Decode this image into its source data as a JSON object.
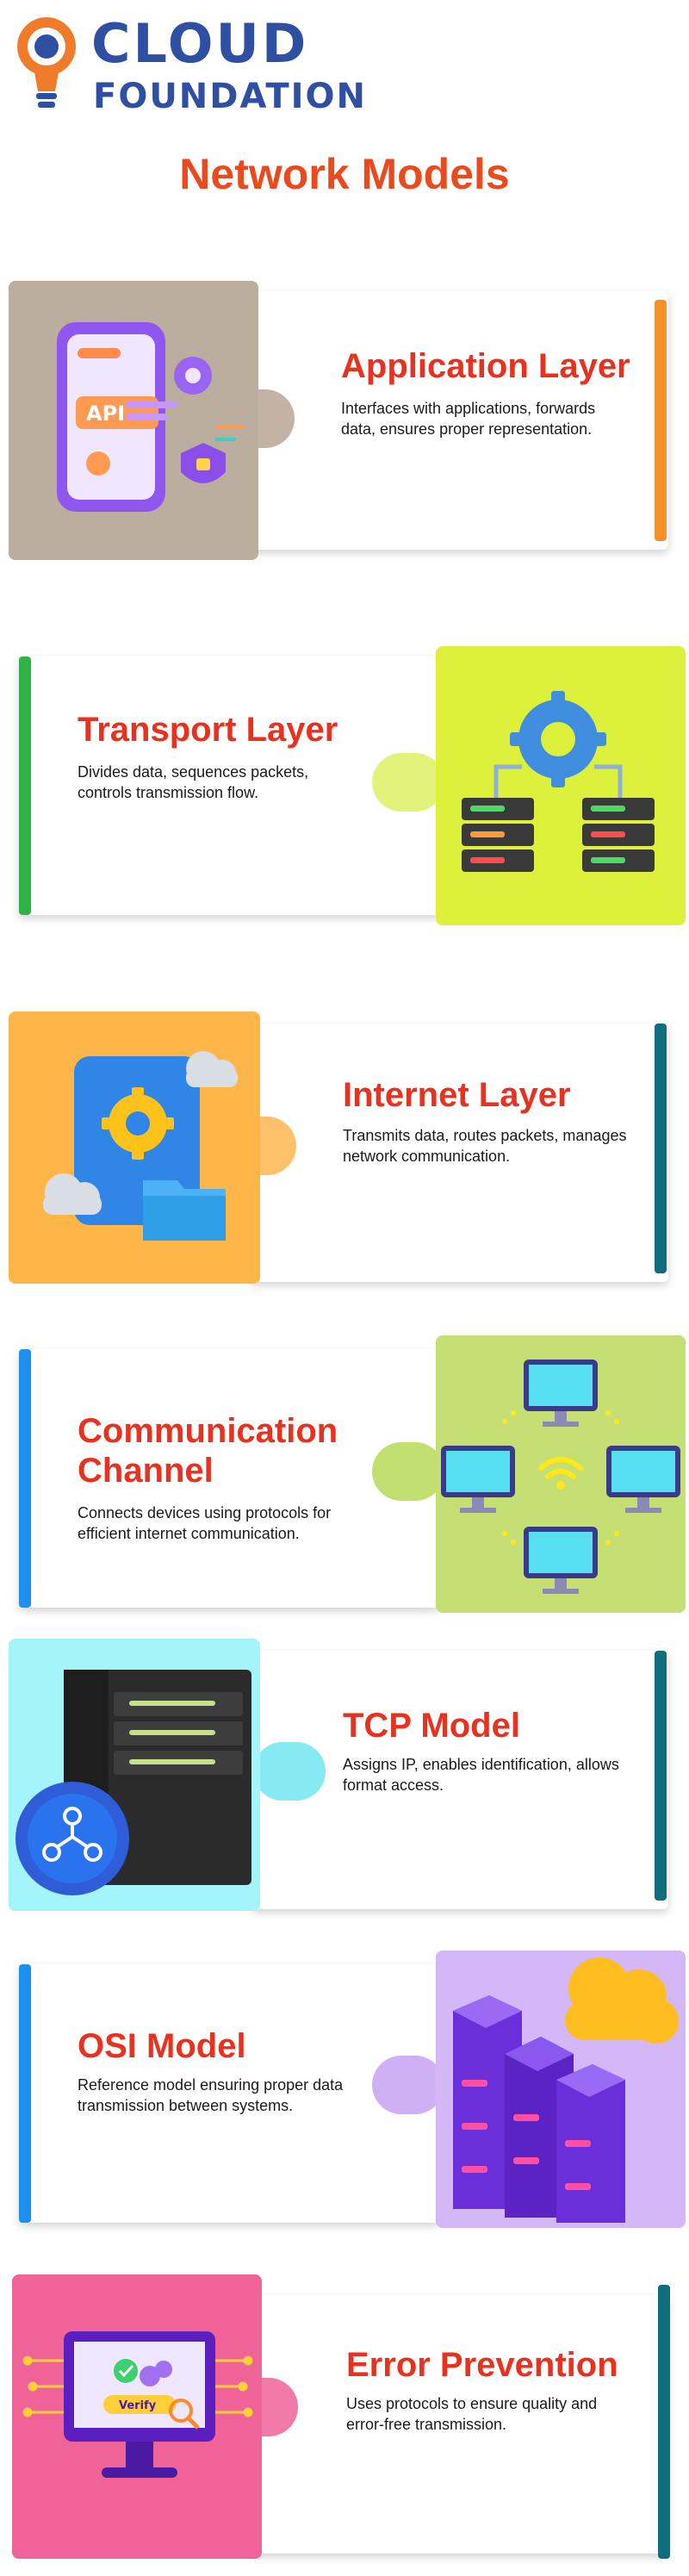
{
  "brand": {
    "line1": "CLOUD",
    "line2": "FOUNDATION"
  },
  "title": "Network Models",
  "colors": {
    "orange_bar": "#f4902a",
    "green_bar": "#2fb24a",
    "teal_bar": "#0f6e7e",
    "blue_bar": "#1d8ff0",
    "heading": "#e8311f"
  },
  "sections": [
    {
      "heading": "Application Layer",
      "desc": "Interfaces with applications, forwards data, ensures proper representation.",
      "icon": "api-phone-icon"
    },
    {
      "heading": "Transport Layer",
      "desc": "Divides data, sequences packets, controls transmission flow.",
      "icon": "server-gear-icon"
    },
    {
      "heading": "Internet Layer",
      "desc": "Transmits data, routes packets, manages network communication.",
      "icon": "cloud-folder-gear-icon"
    },
    {
      "heading_line1": "Communication",
      "heading_line2": "Channel",
      "desc": "Connects devices using protocols for efficient internet communication.",
      "icon": "network-monitors-icon"
    },
    {
      "heading": "TCP Model",
      "desc": "Assigns IP, enables identification, allows format access.",
      "icon": "server-rack-network-icon"
    },
    {
      "heading": "OSI Model",
      "desc": "Reference model ensuring proper data transmission between systems.",
      "icon": "cloud-server-icon"
    },
    {
      "heading": "Error Prevention",
      "desc": "Uses protocols to ensure quality and error-free transmission.",
      "icon": "verify-monitor-icon",
      "badge": "Verify"
    }
  ]
}
